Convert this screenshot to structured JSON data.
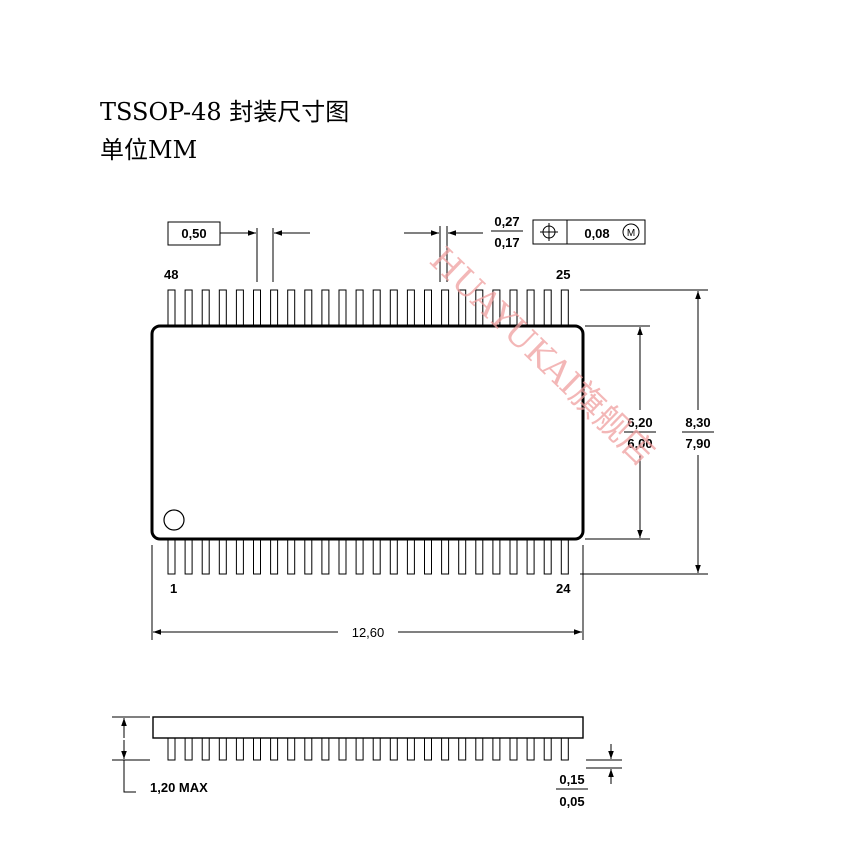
{
  "title": "TSSOP-48 封装尺寸图",
  "subtitle": "单位MM",
  "pin_pitch": "0,50",
  "lead_width_max": "0,27",
  "lead_width_min": "0,17",
  "position_tolerance": "0,08",
  "tolerance_modifier": "M",
  "pin_labels": {
    "top_left": "48",
    "top_right": "25",
    "bottom_left": "1",
    "bottom_right": "24"
  },
  "body_width_max": "6,20",
  "body_width_min": "6,00",
  "overall_width_max": "8,30",
  "overall_width_min": "7,90",
  "body_length": "12,60",
  "height_max": "1,20 MAX",
  "standoff_max": "0,15",
  "standoff_min": "0,05",
  "watermark": "HUAYUKAI旗舰店",
  "pins_per_side": 24
}
